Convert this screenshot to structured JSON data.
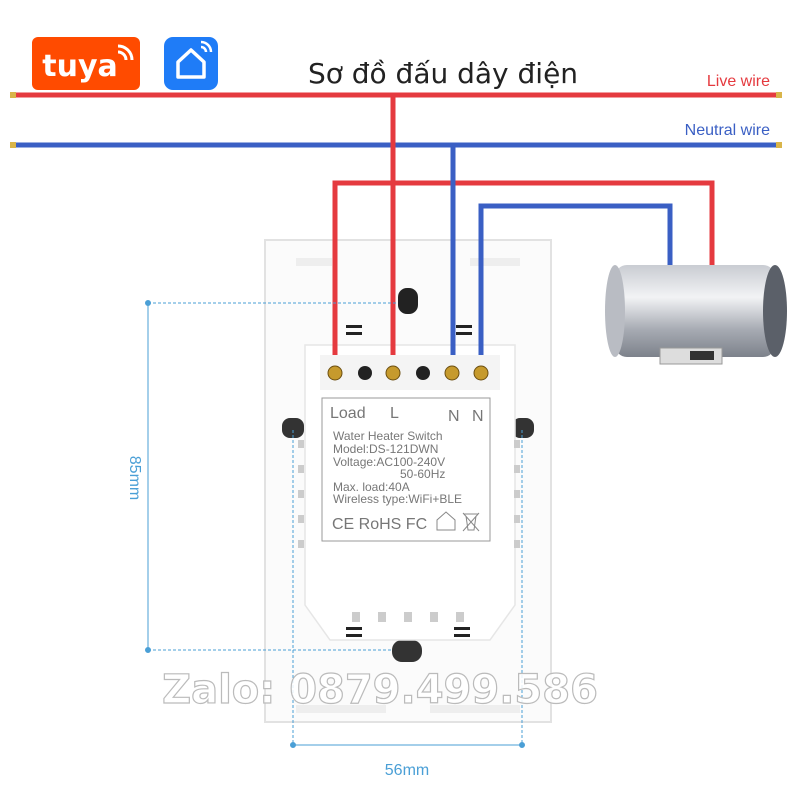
{
  "logos": {
    "tuya": "tuya",
    "smart_life_icon": "home-wifi-icon"
  },
  "title": "Sơ đồ đấu dây điện",
  "wires": {
    "live_label": "Live wire",
    "neutral_label": "Neutral wire"
  },
  "label_plate": {
    "terminals": [
      "Load",
      "L",
      "N",
      "N"
    ],
    "line1": "Water Heater Switch",
    "line2": "Model:DS-121DWN",
    "line3": "Voltage:AC100-240V",
    "line4": "50-60Hz",
    "line5": "Max. load:40A",
    "line6": "Wireless type:WiFi+BLE",
    "certs": "CE RoHS FC"
  },
  "dimensions": {
    "height": "85mm",
    "width": "56mm"
  },
  "watermark": "Zalo: 0879.499.586",
  "colors": {
    "live": "#e53a3f",
    "neutral": "#3a5fc4",
    "dimension": "#4a9fd6",
    "tuya": "#ff4b00",
    "smartlife": "#1f7cf7"
  }
}
